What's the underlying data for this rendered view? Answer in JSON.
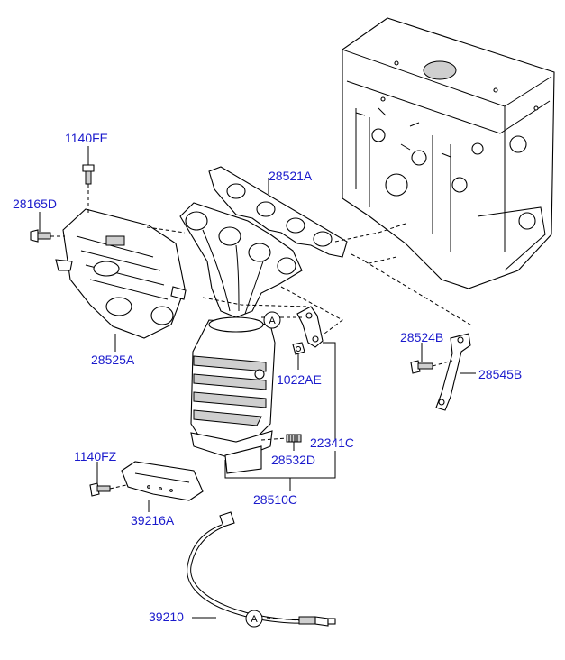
{
  "parts": {
    "p1140FE": "1140FE",
    "p28165D": "28165D",
    "p28521A": "28521A",
    "p28525A": "28525A",
    "p28524B": "28524B",
    "p28545B": "28545B",
    "p1022AE": "1022AE",
    "p22341C": "22341C",
    "p28532D": "28532D",
    "p1140FZ": "1140FZ",
    "p28510C": "28510C",
    "p39216A": "39216A",
    "p39210": "39210"
  },
  "refs": {
    "a_upper": "A",
    "a_lower": "A"
  }
}
